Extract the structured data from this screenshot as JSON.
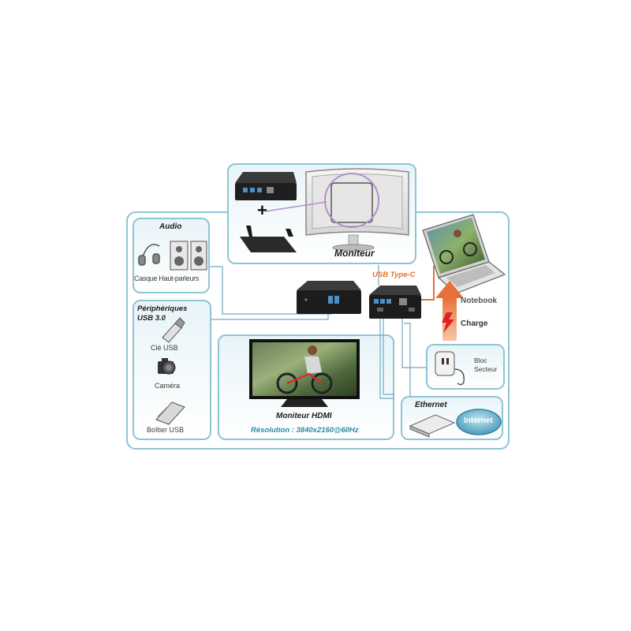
{
  "labels": {
    "moniteur": "Moniteur",
    "audio": "Audio",
    "audio_devices": "Casque Haut-parleurs",
    "usb_title_1": "Périphériques",
    "usb_title_2": "USB 3.0",
    "cle_usb": "Clé USB",
    "camera": "Caméra",
    "boitier": "Boîtier USB",
    "hdmi_title": "Moniteur HDMI",
    "resolution": "Résolution : 3840x2160@60Hz",
    "usb_type_c": "USB Type-C",
    "notebook": "Notebook",
    "charge": "Charge",
    "bloc_1": "Bloc",
    "bloc_2": "Secteur",
    "ethernet": "Ethernet",
    "internet": "Internet",
    "plus": "+"
  },
  "colors": {
    "panel_border": "#8fc4d6",
    "cable": "#6fa9c2",
    "usbc_cable": "#e0742e",
    "arrow": "#e8703a",
    "resolution_text": "#2a8aa8"
  }
}
